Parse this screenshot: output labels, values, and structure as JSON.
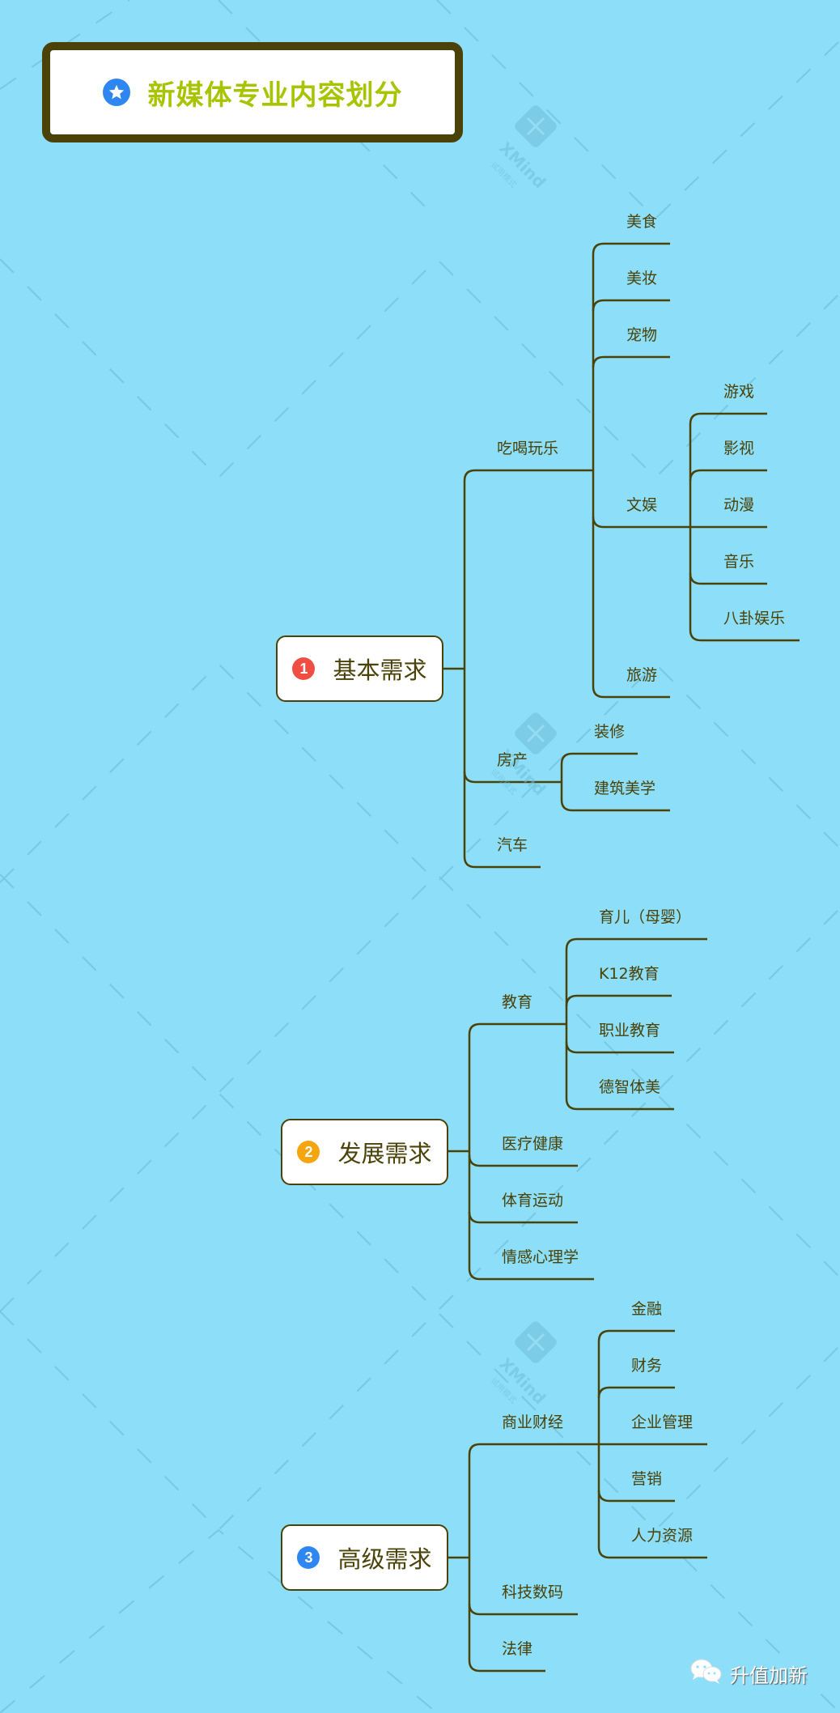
{
  "title": {
    "text": "新媒体专业内容划分",
    "icon": "star-icon",
    "color": "#A8C400",
    "icon_color": "#2E86F0"
  },
  "colors": {
    "background": "#8DDEF8",
    "line": "#4A4208",
    "text": "#4A4208"
  },
  "branches": [
    {
      "badge": "1",
      "badge_color": "#F04E43",
      "label": "基本需求",
      "children": [
        {
          "label": "吃喝玩乐",
          "children": [
            {
              "label": "美食"
            },
            {
              "label": "美妆"
            },
            {
              "label": "宠物"
            },
            {
              "label": "文娱",
              "children": [
                {
                  "label": "游戏"
                },
                {
                  "label": "影视"
                },
                {
                  "label": "动漫"
                },
                {
                  "label": "音乐"
                },
                {
                  "label": "八卦娱乐"
                }
              ]
            },
            {
              "label": "旅游"
            }
          ]
        },
        {
          "label": "房产",
          "children": [
            {
              "label": "装修"
            },
            {
              "label": "建筑美学"
            }
          ]
        },
        {
          "label": "汽车"
        }
      ]
    },
    {
      "badge": "2",
      "badge_color": "#F5A50F",
      "label": "发展需求",
      "children": [
        {
          "label": "教育",
          "children": [
            {
              "label": "育儿（母婴）"
            },
            {
              "label": "K12教育"
            },
            {
              "label": "职业教育"
            },
            {
              "label": "德智体美"
            }
          ]
        },
        {
          "label": "医疗健康"
        },
        {
          "label": "体育运动"
        },
        {
          "label": "情感心理学"
        }
      ]
    },
    {
      "badge": "3",
      "badge_color": "#2E86F0",
      "label": "高级需求",
      "children": [
        {
          "label": "商业财经",
          "children": [
            {
              "label": "金融"
            },
            {
              "label": "财务"
            },
            {
              "label": "企业管理"
            },
            {
              "label": "营销"
            },
            {
              "label": "人力资源"
            }
          ]
        },
        {
          "label": "科技数码"
        },
        {
          "label": "法律"
        }
      ]
    }
  ],
  "watermark": {
    "brand": "XMind",
    "subtitle": "试用模式"
  },
  "footer": {
    "icon": "wechat-icon",
    "text": "升值加新"
  }
}
